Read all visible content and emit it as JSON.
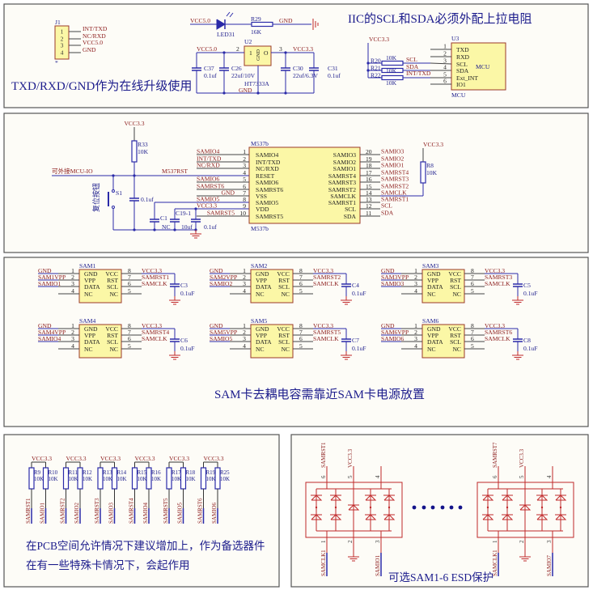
{
  "colors": {
    "net_label": "#8b1a1a",
    "ref_label": "#1c1c8c",
    "wire": "#2a2aa8",
    "pin": "#444444",
    "part_fill": "#fbf7a6",
    "part_stroke": "#9b3a2a",
    "esd": "#c0282a",
    "background": "#fdfcf7"
  },
  "power": {
    "connector": {
      "ref": "J1",
      "pins": [
        "1",
        "2",
        "3",
        "4"
      ],
      "nets": [
        "INT/TXD",
        "NC/RXD",
        "VCC5.0",
        "GND"
      ],
      "marker": "*"
    },
    "caption": "TXD/RXD/GND作为在线升级使用",
    "led": {
      "supply": "VCC5.0",
      "ref": "LED31",
      "resistor_ref": "R29",
      "resistor_value": "16K",
      "gnd": "GND"
    },
    "regulator": {
      "ref": "U2",
      "part": "HT7333A",
      "pin_in": "2",
      "pin_out": "3",
      "in_label": "1",
      "gnd_label": "GND",
      "out_label": "O",
      "vin": "VCC5.0",
      "vout": "VCC3.3",
      "gnd": "GND",
      "caps": [
        {
          "ref": "C37",
          "value": "0.1uf"
        },
        {
          "ref": "C26",
          "value": "22uf/10V"
        },
        {
          "ref": "C30",
          "value": "22uf/6.3V"
        },
        {
          "ref": "C31",
          "value": "0.1uf"
        }
      ]
    }
  },
  "iic": {
    "caption": "IIC的SCL和SDA必须外配上拉电阻",
    "supply": "VCC3.3",
    "resistors": [
      {
        "ref": "R20",
        "value": "10K",
        "net": "SCL"
      },
      {
        "ref": "R21",
        "value": "10K",
        "net": "SDA"
      },
      {
        "ref": "R22",
        "value": "10K",
        "net": "INT/TXD"
      }
    ],
    "mcu": {
      "ref": "U3",
      "name": "MCU",
      "footer": "MCU",
      "pins": [
        {
          "num": "1",
          "name": "TXD"
        },
        {
          "num": "2",
          "name": "RXD"
        },
        {
          "num": "3",
          "name": "SCL"
        },
        {
          "num": "4",
          "name": "SDA"
        },
        {
          "num": "5",
          "name": "Ext_INT"
        },
        {
          "num": "6",
          "name": "IO1"
        }
      ]
    }
  },
  "m537": {
    "ref": "M537b",
    "footer": "M537b",
    "supply": "VCC3.3",
    "pullup": {
      "ref": "R33",
      "value": "10K"
    },
    "input_label": "可外接MCU-IO",
    "reset_net": "M537RST",
    "switch": {
      "ref": "S1",
      "label": "复位按钮"
    },
    "reset_cap": "0.1uf",
    "caps": [
      {
        "ref": "C1",
        "value": "NC"
      },
      {
        "ref": "C19-1",
        "value": "10uf"
      },
      {
        "ref": "",
        "value": "0.1uf"
      }
    ],
    "left_pins": [
      {
        "num": "1",
        "name": "SAMIO4",
        "net": "SAMIO4"
      },
      {
        "num": "2",
        "name": "INT/TXD",
        "net": "INT/TXD"
      },
      {
        "num": "3",
        "name": "NC/RXD",
        "net": "NC/RXD"
      },
      {
        "num": "4",
        "name": "RESET",
        "net": ""
      },
      {
        "num": "5",
        "name": "SAMIO6",
        "net": "SAMIO6"
      },
      {
        "num": "6",
        "name": "SAMRST6",
        "net": "SAMRST6"
      },
      {
        "num": "7",
        "name": "VSS",
        "net": "GND"
      },
      {
        "num": "8",
        "name": "SAMIO5",
        "net": "SAMIO5"
      },
      {
        "num": "9",
        "name": "VDD",
        "net": "VCC3.3"
      },
      {
        "num": "10",
        "name": "SAMRST5",
        "net": "SAMRST5"
      }
    ],
    "right_pins": [
      {
        "num": "20",
        "name": "SAMIO3",
        "net": "SAMIO3"
      },
      {
        "num": "19",
        "name": "SAMIO2",
        "net": "SAMIO2"
      },
      {
        "num": "18",
        "name": "SAMIO1",
        "net": "SAMIO1"
      },
      {
        "num": "17",
        "name": "SAMRST4",
        "net": "SAMRST4"
      },
      {
        "num": "16",
        "name": "SAMRST3",
        "net": "SAMRST3"
      },
      {
        "num": "15",
        "name": "SAMRST2",
        "net": "SAMRST2"
      },
      {
        "num": "14",
        "name": "SAMCLK",
        "net": "SAMCLK"
      },
      {
        "num": "13",
        "name": "SAMRST1",
        "net": "SAMRST1"
      },
      {
        "num": "12",
        "name": "SCL",
        "net": "SCL"
      },
      {
        "num": "11",
        "name": "SDA",
        "net": "SDA"
      }
    ],
    "clk_pullup": {
      "supply": "VCC3.3",
      "ref": "R8",
      "value": "10K"
    }
  },
  "sam": {
    "left_pins": [
      {
        "num": "1",
        "name": "GND"
      },
      {
        "num": "2",
        "name": "VPP"
      },
      {
        "num": "3",
        "name": "DATA"
      },
      {
        "num": "4",
        "name": "NC"
      }
    ],
    "right_pins": [
      {
        "num": "8",
        "name": "VCC"
      },
      {
        "num": "7",
        "name": "RST"
      },
      {
        "num": "6",
        "name": "SCL"
      },
      {
        "num": "5",
        "name": "NC"
      }
    ],
    "cards": [
      {
        "ref": "SAM1",
        "left_nets": [
          "GND",
          "SAM1VPP",
          "SAMIO1"
        ],
        "right_nets": [
          "VCC3.3",
          "SAMRST1",
          "SAMCLK"
        ],
        "cap_ref": "C3",
        "cap_value": "0.1uF"
      },
      {
        "ref": "SAM2",
        "left_nets": [
          "GND",
          "SAM2VPP",
          "SAMIO2"
        ],
        "right_nets": [
          "VCC3.3",
          "SAMRST2",
          "SAMCLK"
        ],
        "cap_ref": "C4",
        "cap_value": "0.1uF"
      },
      {
        "ref": "SAM3",
        "left_nets": [
          "GND",
          "SAM3VPP",
          "SAMIO3"
        ],
        "right_nets": [
          "VCC3.3",
          "SAMRST3",
          "SAMCLK"
        ],
        "cap_ref": "C5",
        "cap_value": "0.1uF"
      },
      {
        "ref": "SAM4",
        "left_nets": [
          "GND",
          "SAM4VPP",
          "SAMIO4"
        ],
        "right_nets": [
          "VCC3.3",
          "SAMRST4",
          "SAMCLK"
        ],
        "cap_ref": "C6",
        "cap_value": "0.1uF"
      },
      {
        "ref": "SAM5",
        "left_nets": [
          "GND",
          "SAM5VPP",
          "SAMIO5"
        ],
        "right_nets": [
          "VCC3.3",
          "SAMRST5",
          "SAMCLK"
        ],
        "cap_ref": "C7",
        "cap_value": "0.1uF"
      },
      {
        "ref": "SAM6",
        "left_nets": [
          "GND",
          "SAM6VPP",
          "SAMIO6"
        ],
        "right_nets": [
          "VCC3.3",
          "SAMRST6",
          "SAMCLK"
        ],
        "cap_ref": "C8",
        "cap_value": "0.1uF"
      }
    ],
    "caption": "SAM卡去耦电容需靠近SAM卡电源放置"
  },
  "pullups": {
    "supply": "VCC3.3",
    "pairs": [
      {
        "left_ref": "R9",
        "right_ref": "R10",
        "value": "10K",
        "left_net": "SAMRST1",
        "right_net": "SAMIO1"
      },
      {
        "left_ref": "R11",
        "right_ref": "R12",
        "value": "10K",
        "left_net": "SAMRST2",
        "right_net": "SAMIO2"
      },
      {
        "left_ref": "R13",
        "right_ref": "R14",
        "value": "10K",
        "left_net": "SAMRST3",
        "right_net": "SAMIO3"
      },
      {
        "left_ref": "R15",
        "right_ref": "R16",
        "value": "10K",
        "left_net": "SAMRST4",
        "right_net": "SAMIO4"
      },
      {
        "left_ref": "R17",
        "right_ref": "R18",
        "value": "10K",
        "left_net": "SAMRST5",
        "right_net": "SAMIO5"
      },
      {
        "left_ref": "R19",
        "right_ref": "R25",
        "value": "10K",
        "left_net": "SAMRST6",
        "right_net": "SAMIO6"
      }
    ],
    "caption_line1": "在PCB空间允许情况下建议增加上，作为备选器件",
    "caption_line2": "在有一些特殊卡情况下，会起作用"
  },
  "esd": {
    "blocks": [
      {
        "top": [
          {
            "num": "6",
            "net": "SAMRST1"
          },
          {
            "num": "5",
            "net": "VCC3.3"
          },
          {
            "num": "4",
            "net": ""
          }
        ],
        "bottom": [
          {
            "num": "1",
            "net": "SAMCLK1"
          },
          {
            "num": "2",
            "net": ""
          },
          {
            "num": "3",
            "net": "SAMIO1"
          }
        ]
      },
      {
        "top": [
          {
            "num": "6",
            "net": "SAMRST7"
          },
          {
            "num": "5",
            "net": "VCC3.3"
          },
          {
            "num": "4",
            "net": ""
          }
        ],
        "bottom": [
          {
            "num": "1",
            "net": "SAMCLK1"
          },
          {
            "num": "2",
            "net": ""
          },
          {
            "num": "3",
            "net": "SAMIO7"
          }
        ]
      }
    ],
    "caption": "可选SAM1-6 ESD保护"
  }
}
